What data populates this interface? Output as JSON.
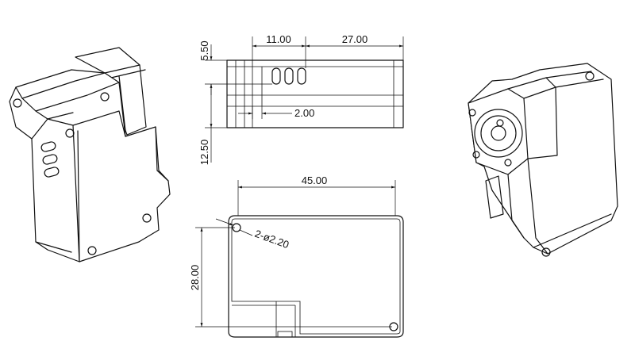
{
  "dimensions": {
    "top_5_50": "5.50",
    "top_11_00": "11.00",
    "top_27_00": "27.00",
    "top_2_00": "2.00",
    "top_12_50": "12.50",
    "plan_45_00": "45.00",
    "plan_hole": "2-ø2.20",
    "plan_28_00": "28.00"
  }
}
